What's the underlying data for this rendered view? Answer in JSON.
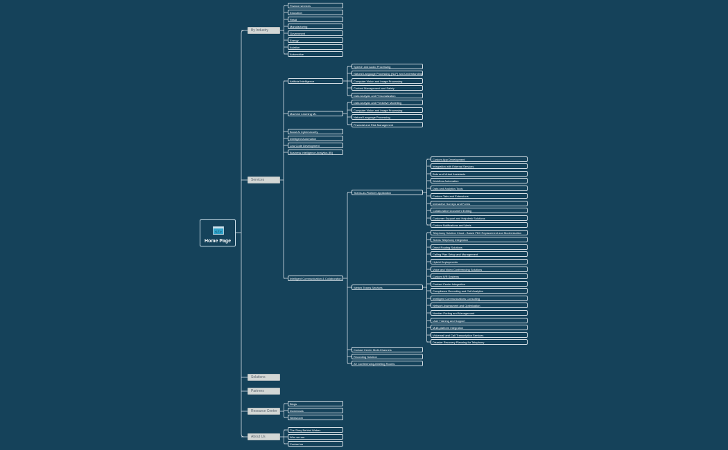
{
  "root": {
    "label": "Home Page",
    "icon": "code-window-icon"
  },
  "level1": [
    {
      "id": "industry",
      "label": "By Industry"
    },
    {
      "id": "services",
      "label": "Services"
    },
    {
      "id": "solutions",
      "label": "Solutions"
    },
    {
      "id": "partners",
      "label": "Partners"
    },
    {
      "id": "resource",
      "label": "Resource Center"
    },
    {
      "id": "about",
      "label": "About Us"
    }
  ],
  "industry": [
    "Finance services",
    "Education",
    "Retail",
    "Manufacturing",
    "Government",
    "Energy",
    "Aviation",
    "Automotive"
  ],
  "services": {
    "items": [
      "Artificial Intelligence",
      "Machine Learning ML",
      "Boost AI Cybersecurity",
      "Intelligent Automation",
      "Low Code Development",
      "Business Intelligence Analytics (BI)",
      "Intelligent Communication & Collaboration"
    ],
    "ai": [
      "Speech and Audio Processing",
      "Natural Language Processing (NLP) and Understanding",
      "Computer Vision and Image Processing",
      "Content Management and Safety",
      "Data Analysis and Personalization"
    ],
    "ml": [
      "Data Analysis and Predictive Modelling",
      "Computer Vision and Image Processing",
      "Natural Language Processing",
      "Financial and Risk Management"
    ],
    "icc": [
      "Teams-as-Platform Application",
      "Webex Teams Services",
      "Contact Center Multi-Channels",
      "Recording Solution",
      "AV Conferencing-Meeting Rooms"
    ],
    "teams": [
      "Custom App Development",
      "Integration with External Services",
      "Bots and Virtual Assistants",
      "Workflow Automation",
      "Data and Analytics Tools",
      "Custom Tabs and Extensions",
      "Interactive Surveys and Forms",
      "Collaborative Document Editing",
      "Customer Support and Helpdesk Solutions",
      "Custom Notifications and Alerts"
    ],
    "webex": [
      "Telephony Solution Cloud - Based PBX Replacement and Modernization",
      "Teams Telephony Integration",
      "Direct Routing Solutions",
      "Calling Plan Setup and Management",
      "Hybrid Deployments",
      "Voice and Video Conferencing Solutions",
      "Custom IVR Systems",
      "Contact Center Integration",
      "Compliance Recording and Call Analytics",
      "Intelligent Communications Consulting",
      "Network Assessment and Optimization",
      "Number Porting and Management",
      "User Training and Support",
      "Multi-platform Integration",
      "Voicemail and Call Transcription Services",
      "Disaster Recovery Planning for Telephony"
    ]
  },
  "resource": [
    "Blogs",
    "Downloads",
    "Newsroom"
  ],
  "about": [
    "The Story Behind Webex",
    "Who we are",
    "Contact us"
  ],
  "colors": {
    "background": "#15425a",
    "line": "#d6dfe5",
    "level1_fill": "#d3d7d5"
  }
}
